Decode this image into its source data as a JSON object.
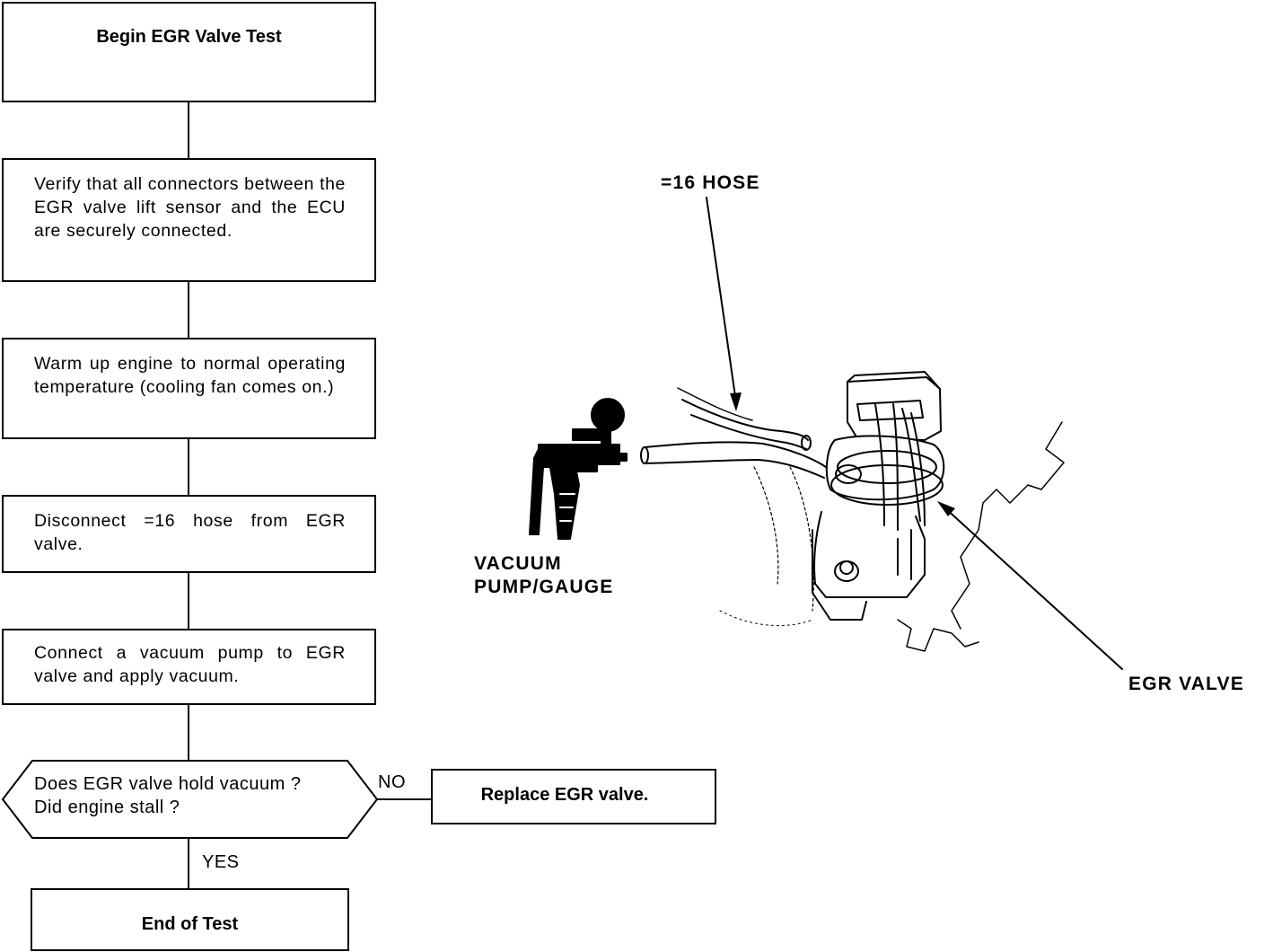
{
  "flowchart": {
    "start": "Begin EGR Valve Test",
    "step1": "Verify that all connectors between the EGR valve lift sensor and the ECU are securely connected.",
    "step2": "Warm up engine to normal operating temperature (cooling fan comes on.)",
    "step3": "Disconnect =16 hose from EGR valve.",
    "step4": "Connect a vacuum pump to EGR valve and apply vacuum.",
    "decision_line1": "Does EGR valve hold vacuum ?",
    "decision_line2": "Did engine stall ?",
    "no_label": "NO",
    "yes_label": "YES",
    "no_action": "Replace EGR valve.",
    "end": "End of Test"
  },
  "illustration": {
    "hose_label": "=16 HOSE",
    "pump_label_line1": "VACUUM",
    "pump_label_line2": "PUMP/GAUGE",
    "valve_label": "EGR VALVE"
  }
}
